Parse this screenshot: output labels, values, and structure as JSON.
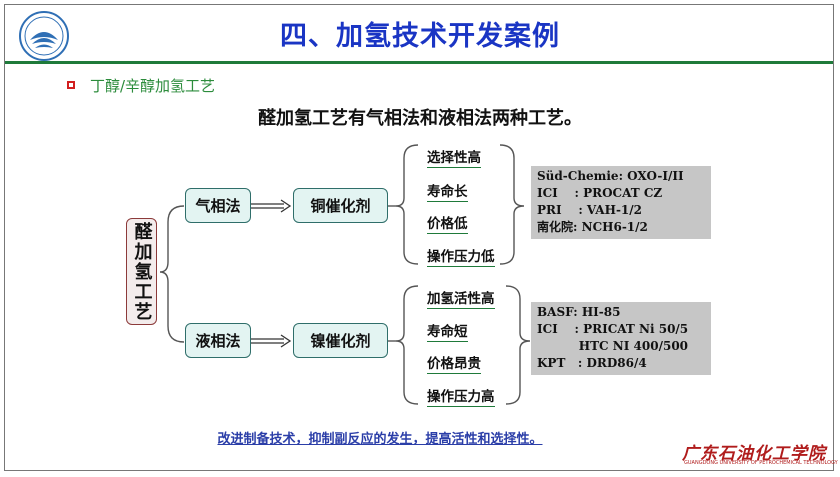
{
  "header": {
    "title": "四、加氢技术开发案例"
  },
  "section": {
    "subtitle": "丁醇/辛醇加氢工艺"
  },
  "heading": "醛加氢工艺有气相法和液相法两种工艺。",
  "root": "醛加氢工艺",
  "gas": {
    "method": "气相法",
    "catalyst": "铜催化剂",
    "properties": [
      "选择性高",
      "寿命长",
      "价格低",
      "操作压力低"
    ],
    "suppliers": [
      "Süd-Chemie: OXO-I/II",
      "ICI    : PROCAT CZ",
      "PRI    : VAH-1/2",
      "南化院: NCH6-1/2"
    ]
  },
  "liquid": {
    "method": "液相法",
    "catalyst": "镍催化剂",
    "properties": [
      "加氢活性高",
      "寿命短",
      "价格昂贵",
      "操作压力高"
    ],
    "suppliers": [
      "BASF: HI-85",
      "ICI    : PRICAT Ni 50/5",
      "          HTC NI 400/500",
      "KPT   : DRD86/4"
    ]
  },
  "note": "改进制备技术，抑制副反应的发生，提高活性和选择性。",
  "university": {
    "name_cn": "广东石油化工学院",
    "name_en": "GUANGDONG UNIVERSITY OF PETROCHEMICAL TECHNOLOGY"
  },
  "colors": {
    "title": "#1a35c4",
    "accent_green": "#1f7a3a",
    "box_fill": "#e3f4f2",
    "note": "#2b3ea8"
  }
}
